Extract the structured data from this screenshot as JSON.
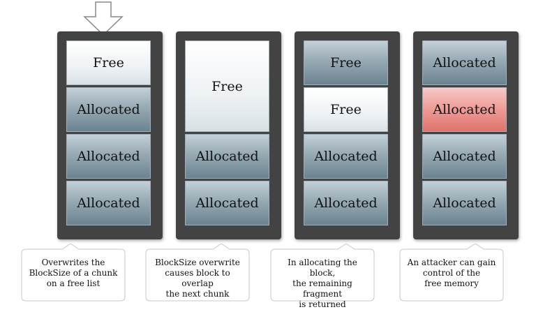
{
  "panels": [
    {
      "cells": [
        {
          "label": "Free",
          "kind": "free"
        },
        {
          "label": "Allocated",
          "kind": "allocated"
        },
        {
          "label": "Allocated",
          "kind": "allocated"
        },
        {
          "label": "Allocated",
          "kind": "allocated"
        }
      ],
      "caption": [
        "Overwrites the",
        "BlockSize of a chunk",
        "on a free list"
      ]
    },
    {
      "cells": [
        {
          "label": "Free",
          "kind": "free",
          "size": "double"
        },
        {
          "label": "Allocated",
          "kind": "allocated"
        },
        {
          "label": "Allocated",
          "kind": "allocated"
        }
      ],
      "caption": [
        "BlockSize overwrite",
        "causes block to overlap",
        "the next chunk"
      ]
    },
    {
      "cells": [
        {
          "label": "Free",
          "kind": "free-dark"
        },
        {
          "label": "Free",
          "kind": "free"
        },
        {
          "label": "Allocated",
          "kind": "allocated"
        },
        {
          "label": "Allocated",
          "kind": "allocated"
        }
      ],
      "caption": [
        "In allocating the block,",
        "the remaining fragment",
        "is returned"
      ]
    },
    {
      "cells": [
        {
          "label": "Allocated",
          "kind": "allocated"
        },
        {
          "label": "Allocated",
          "kind": "highlight"
        },
        {
          "label": "Allocated",
          "kind": "allocated"
        },
        {
          "label": "Allocated",
          "kind": "allocated"
        }
      ],
      "caption": [
        "An attacker can gain",
        "control of the",
        "free memory"
      ]
    }
  ],
  "colors": {
    "panel_frame": "#434343",
    "allocated": "#8ea2ad",
    "free": "#f3f6f7",
    "highlight": "#ec8f8a"
  },
  "icons": {
    "pointer": "down-arrow-icon"
  }
}
